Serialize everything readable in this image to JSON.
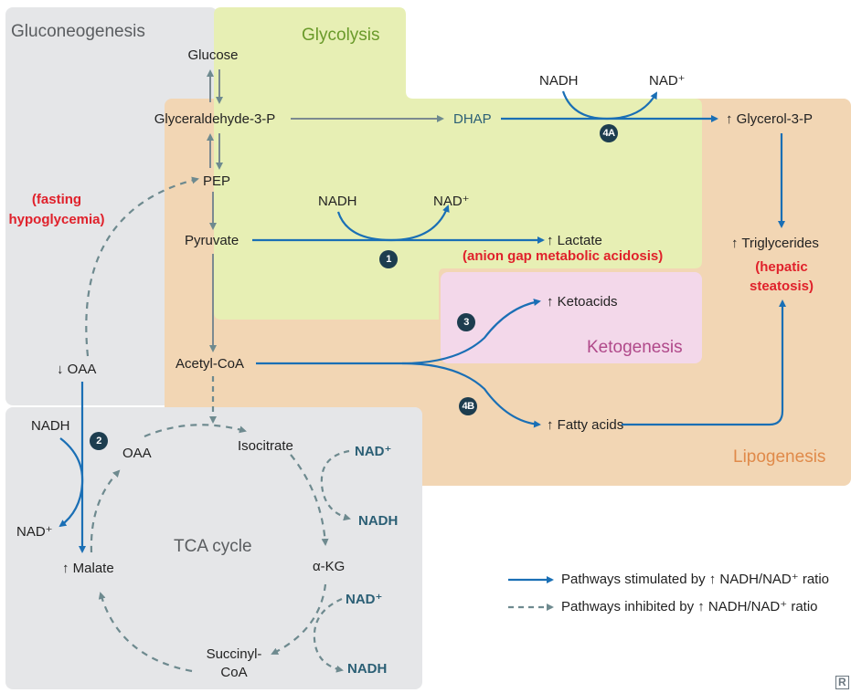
{
  "colors": {
    "gray_region": "#e5e6e8",
    "glycolysis_region": "#e7efb4",
    "lipogenesis_region": "#f2d6b4",
    "ketogenesis_region": "#f3d8ea",
    "tca_region": "#e5e6e8",
    "stimulated_arrow": "#1a6fb5",
    "inhibited_arrow": "#6e8a8f",
    "gray_arrow": "#7c8a90",
    "red_text": "#e0212b",
    "teal_text": "#2b5f75",
    "gluconeogenesis_title": "#5a5d60",
    "glycolysis_title": "#6a9a2a",
    "lipogenesis_title": "#e08a4a",
    "ketogenesis_title": "#b0498a"
  },
  "regions": {
    "gluconeogenesis": "Gluconeogenesis",
    "glycolysis": "Glycolysis",
    "lipogenesis": "Lipogenesis",
    "ketogenesis": "Ketogenesis",
    "tca": "TCA cycle"
  },
  "nodes": {
    "glucose": "Glucose",
    "glyceraldehyde": "Glyceraldehyde-3-P",
    "dhap": "DHAP",
    "glycerol3p": "↑ Glycerol-3-P",
    "pep": "PEP",
    "pyruvate": "Pyruvate",
    "lactate": "↑ Lactate",
    "triglycerides": "↑ Triglycerides",
    "ketoacids": "↑ Ketoacids",
    "acetylcoa": "Acetyl-CoA",
    "fattyacids": "↑ Fatty acids",
    "oaa_down": "↓ OAA",
    "oaa_cycle": "OAA",
    "isocitrate": "Isocitrate",
    "akg": "α-KG",
    "succinyl_line1": "Succinyl-",
    "succinyl_line2": "CoA",
    "malate": "↑ Malate"
  },
  "cofactors": {
    "nadh_4a": "NADH",
    "nad_4a": "NAD⁺",
    "nadh_1": "NADH",
    "nad_1": "NAD⁺",
    "nadh_2": "NADH",
    "nad_2": "NAD⁺",
    "tca_nad_1": "NAD⁺",
    "tca_nadh_1": "NADH",
    "tca_nad_2": "NAD⁺",
    "tca_nadh_2": "NADH"
  },
  "annotations": {
    "fasting_line1": "(fasting",
    "fasting_line2": "hypoglycemia)",
    "acidosis": "(anion gap metabolic acidosis)",
    "steatosis_line1": "(hepatic",
    "steatosis_line2": "steatosis)"
  },
  "badges": {
    "b1": "1",
    "b2": "2",
    "b3": "3",
    "b4a": "4A",
    "b4b": "4B"
  },
  "legend": {
    "stimulated": "Pathways stimulated by ↑ NADH/NAD⁺ ratio",
    "inhibited": "Pathways inhibited by ↑ NADH/NAD⁺ ratio"
  },
  "corner_mark": "R"
}
